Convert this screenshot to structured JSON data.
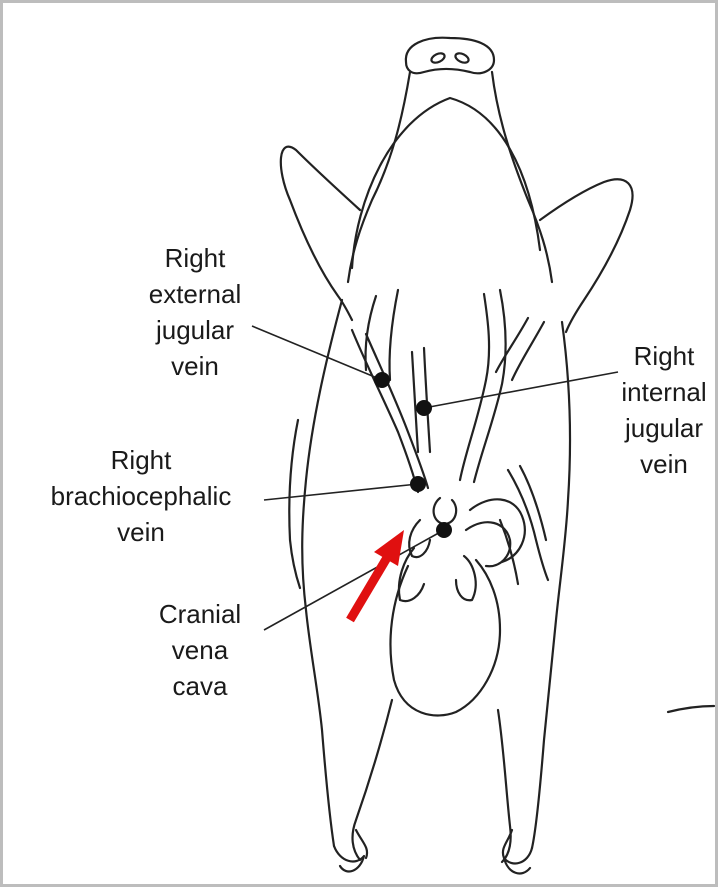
{
  "diagram": {
    "subject": "pig-ventral-view",
    "labels": {
      "right_external_jugular_vein": [
        "Right",
        "external",
        "jugular",
        "vein"
      ],
      "right_internal_jugular_vein": [
        "Right",
        "internal",
        "jugular",
        "vein"
      ],
      "right_brachiocephalic_vein": [
        "Right",
        "brachiocephalic",
        "vein"
      ],
      "cranial_vena_cava": [
        "Cranial",
        "vena",
        "cava"
      ]
    },
    "colors": {
      "line": "#222222",
      "marker": "#111111",
      "arrow": "#e01010",
      "border": "#bdbdbd"
    },
    "icons": {
      "arrow": "red-arrow-icon",
      "marker": "dot-marker-icon"
    }
  }
}
